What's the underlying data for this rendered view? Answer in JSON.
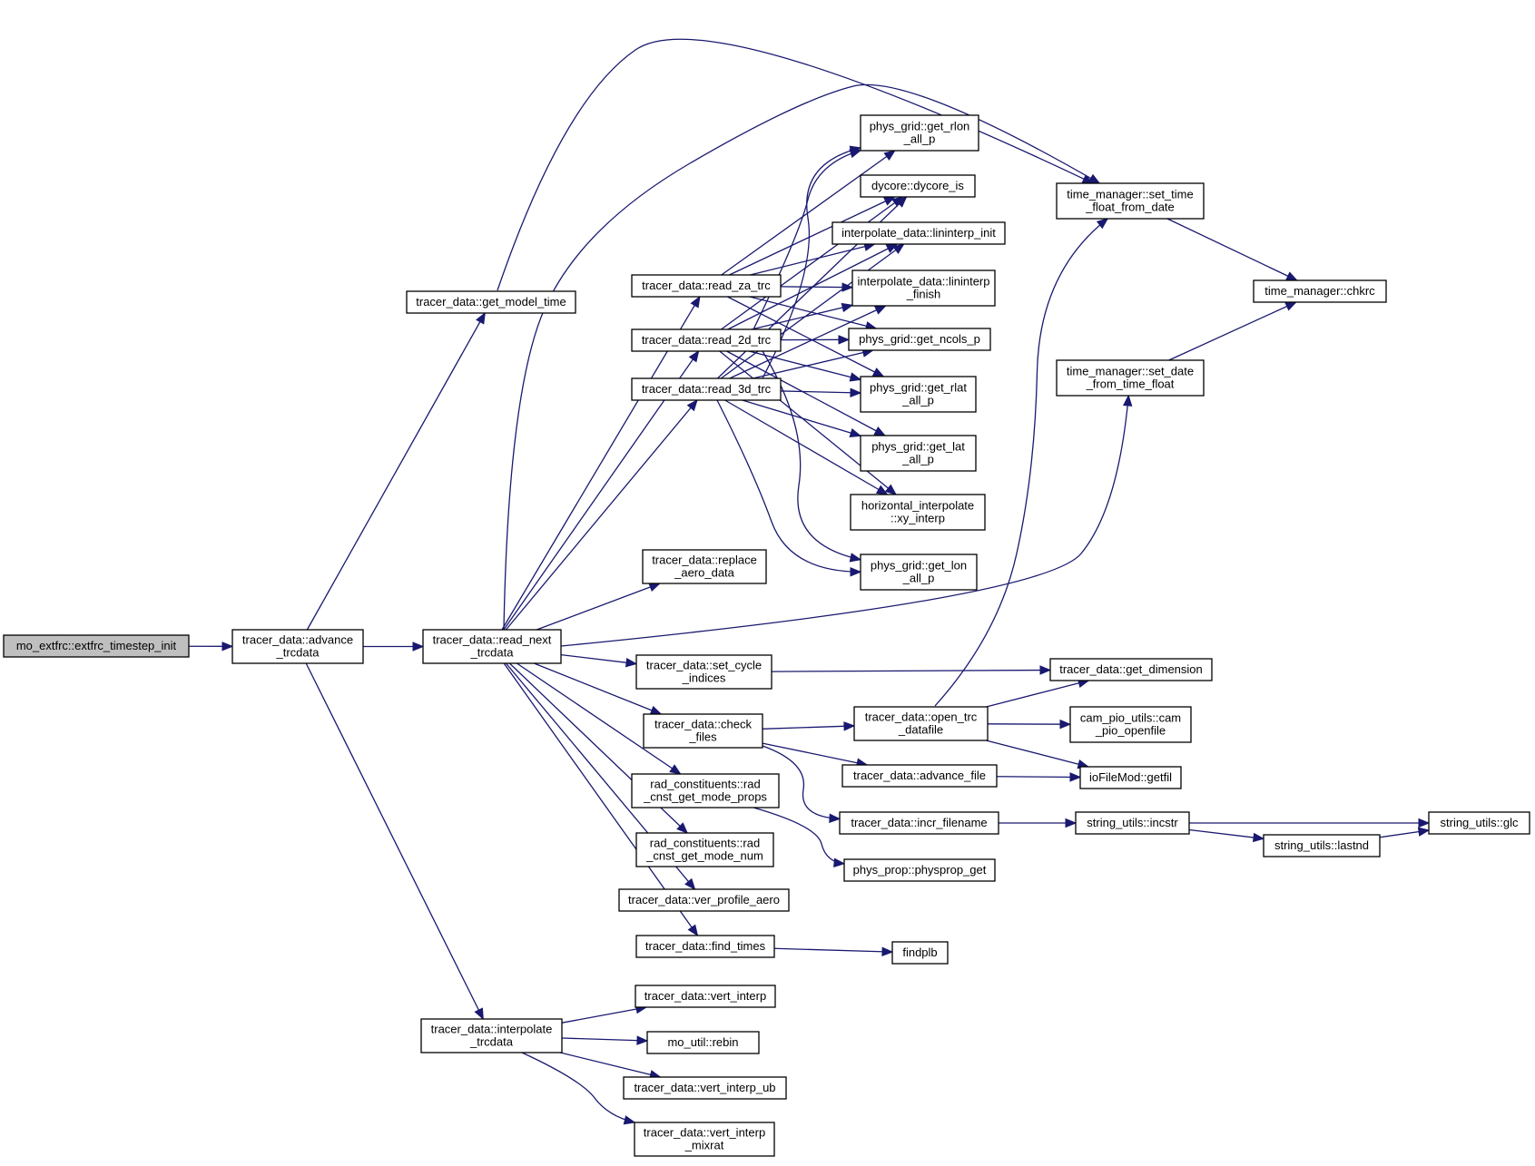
{
  "graph": {
    "direction": "left-to-right",
    "edge_color": "#191970",
    "root_fill": "#bfbfbf",
    "nodes": [
      {
        "id": "root",
        "lines": [
          "mo_extfrc::extfrc_timestep_init"
        ],
        "root": true
      },
      {
        "id": "advance",
        "lines": [
          "tracer_data::advance",
          "_trcdata"
        ]
      },
      {
        "id": "get_model_time",
        "lines": [
          "tracer_data::get_model_time"
        ]
      },
      {
        "id": "read_next",
        "lines": [
          "tracer_data::read_next",
          "_trcdata"
        ]
      },
      {
        "id": "interpolate",
        "lines": [
          "tracer_data::interpolate",
          "_trcdata"
        ]
      },
      {
        "id": "read_za",
        "lines": [
          "tracer_data::read_za_trc"
        ]
      },
      {
        "id": "read_2d",
        "lines": [
          "tracer_data::read_2d_trc"
        ]
      },
      {
        "id": "read_3d",
        "lines": [
          "tracer_data::read_3d_trc"
        ]
      },
      {
        "id": "replace_aero",
        "lines": [
          "tracer_data::replace",
          "_aero_data"
        ]
      },
      {
        "id": "set_cycle",
        "lines": [
          "tracer_data::set_cycle",
          "_indices"
        ]
      },
      {
        "id": "check_files",
        "lines": [
          "tracer_data::check",
          "_files"
        ]
      },
      {
        "id": "rad_props",
        "lines": [
          "rad_constituents::rad",
          "_cnst_get_mode_props"
        ]
      },
      {
        "id": "rad_num",
        "lines": [
          "rad_constituents::rad",
          "_cnst_get_mode_num"
        ]
      },
      {
        "id": "ver_profile",
        "lines": [
          "tracer_data::ver_profile_aero"
        ]
      },
      {
        "id": "find_times",
        "lines": [
          "tracer_data::find_times"
        ]
      },
      {
        "id": "vert_interp",
        "lines": [
          "tracer_data::vert_interp"
        ]
      },
      {
        "id": "rebin",
        "lines": [
          "mo_util::rebin"
        ]
      },
      {
        "id": "vert_interp_ub",
        "lines": [
          "tracer_data::vert_interp_ub"
        ]
      },
      {
        "id": "vert_interp_mixrat",
        "lines": [
          "tracer_data::vert_interp",
          "_mixrat"
        ]
      },
      {
        "id": "get_rlon",
        "lines": [
          "phys_grid::get_rlon",
          "_all_p"
        ]
      },
      {
        "id": "dycore_is",
        "lines": [
          "dycore::dycore_is"
        ]
      },
      {
        "id": "lininterp_init",
        "lines": [
          "interpolate_data::lininterp_init"
        ]
      },
      {
        "id": "lininterp_finish",
        "lines": [
          "interpolate_data::lininterp",
          "_finish"
        ]
      },
      {
        "id": "get_ncols",
        "lines": [
          "phys_grid::get_ncols_p"
        ]
      },
      {
        "id": "get_rlat",
        "lines": [
          "phys_grid::get_rlat",
          "_all_p"
        ]
      },
      {
        "id": "get_lat",
        "lines": [
          "phys_grid::get_lat",
          "_all_p"
        ]
      },
      {
        "id": "xy_interp",
        "lines": [
          "horizontal_interpolate",
          "::xy_interp"
        ]
      },
      {
        "id": "get_lon",
        "lines": [
          "phys_grid::get_lon",
          "_all_p"
        ]
      },
      {
        "id": "open_trc",
        "lines": [
          "tracer_data::open_trc",
          "_datafile"
        ]
      },
      {
        "id": "advance_file",
        "lines": [
          "tracer_data::advance_file"
        ]
      },
      {
        "id": "incr_filename",
        "lines": [
          "tracer_data::incr_filename"
        ]
      },
      {
        "id": "physprop_get",
        "lines": [
          "phys_prop::physprop_get"
        ]
      },
      {
        "id": "findplb",
        "lines": [
          "findplb"
        ]
      },
      {
        "id": "set_time_float",
        "lines": [
          "time_manager::set_time",
          "_float_from_date"
        ]
      },
      {
        "id": "set_date",
        "lines": [
          "time_manager::set_date",
          "_from_time_float"
        ]
      },
      {
        "id": "get_dimension",
        "lines": [
          "tracer_data::get_dimension"
        ]
      },
      {
        "id": "cam_pio",
        "lines": [
          "cam_pio_utils::cam",
          "_pio_openfile"
        ]
      },
      {
        "id": "getfil",
        "lines": [
          "ioFileMod::getfil"
        ]
      },
      {
        "id": "incstr",
        "lines": [
          "string_utils::incstr"
        ]
      },
      {
        "id": "chkrc",
        "lines": [
          "time_manager::chkrc"
        ]
      },
      {
        "id": "lastnd",
        "lines": [
          "string_utils::lastnd"
        ]
      },
      {
        "id": "glc",
        "lines": [
          "string_utils::glc"
        ]
      }
    ],
    "edges": [
      [
        "root",
        "advance"
      ],
      [
        "advance",
        "get_model_time"
      ],
      [
        "advance",
        "read_next"
      ],
      [
        "advance",
        "interpolate"
      ],
      [
        "get_model_time",
        "set_time_float"
      ],
      [
        "read_next",
        "set_time_float"
      ],
      [
        "read_next",
        "read_za"
      ],
      [
        "read_next",
        "read_2d"
      ],
      [
        "read_next",
        "read_3d"
      ],
      [
        "read_next",
        "replace_aero"
      ],
      [
        "read_next",
        "set_date"
      ],
      [
        "read_next",
        "set_cycle"
      ],
      [
        "read_next",
        "check_files"
      ],
      [
        "read_next",
        "rad_props"
      ],
      [
        "read_next",
        "rad_num"
      ],
      [
        "read_next",
        "ver_profile"
      ],
      [
        "read_next",
        "find_times"
      ],
      [
        "read_za",
        "get_rlon"
      ],
      [
        "read_za",
        "dycore_is"
      ],
      [
        "read_za",
        "lininterp_init"
      ],
      [
        "read_za",
        "lininterp_finish"
      ],
      [
        "read_za",
        "get_ncols"
      ],
      [
        "read_za",
        "get_rlat"
      ],
      [
        "read_2d",
        "get_rlon"
      ],
      [
        "read_2d",
        "dycore_is"
      ],
      [
        "read_2d",
        "lininterp_init"
      ],
      [
        "read_2d",
        "lininterp_finish"
      ],
      [
        "read_2d",
        "get_ncols"
      ],
      [
        "read_2d",
        "get_rlat"
      ],
      [
        "read_2d",
        "get_lat"
      ],
      [
        "read_2d",
        "xy_interp"
      ],
      [
        "read_2d",
        "get_lon"
      ],
      [
        "read_3d",
        "get_rlon"
      ],
      [
        "read_3d",
        "dycore_is"
      ],
      [
        "read_3d",
        "lininterp_init"
      ],
      [
        "read_3d",
        "lininterp_finish"
      ],
      [
        "read_3d",
        "get_ncols"
      ],
      [
        "read_3d",
        "get_rlat"
      ],
      [
        "read_3d",
        "get_lat"
      ],
      [
        "read_3d",
        "xy_interp"
      ],
      [
        "read_3d",
        "get_lon"
      ],
      [
        "set_cycle",
        "get_dimension"
      ],
      [
        "check_files",
        "open_trc"
      ],
      [
        "check_files",
        "advance_file"
      ],
      [
        "check_files",
        "incr_filename"
      ],
      [
        "rad_props",
        "physprop_get"
      ],
      [
        "find_times",
        "findplb"
      ],
      [
        "open_trc",
        "set_time_float"
      ],
      [
        "open_trc",
        "get_dimension"
      ],
      [
        "open_trc",
        "cam_pio"
      ],
      [
        "open_trc",
        "getfil"
      ],
      [
        "advance_file",
        "getfil"
      ],
      [
        "incr_filename",
        "incstr"
      ],
      [
        "set_time_float",
        "chkrc"
      ],
      [
        "set_date",
        "chkrc"
      ],
      [
        "incstr",
        "glc"
      ],
      [
        "incstr",
        "lastnd"
      ],
      [
        "lastnd",
        "glc"
      ],
      [
        "interpolate",
        "vert_interp"
      ],
      [
        "interpolate",
        "rebin"
      ],
      [
        "interpolate",
        "vert_interp_ub"
      ],
      [
        "interpolate",
        "vert_interp_mixrat"
      ]
    ]
  }
}
